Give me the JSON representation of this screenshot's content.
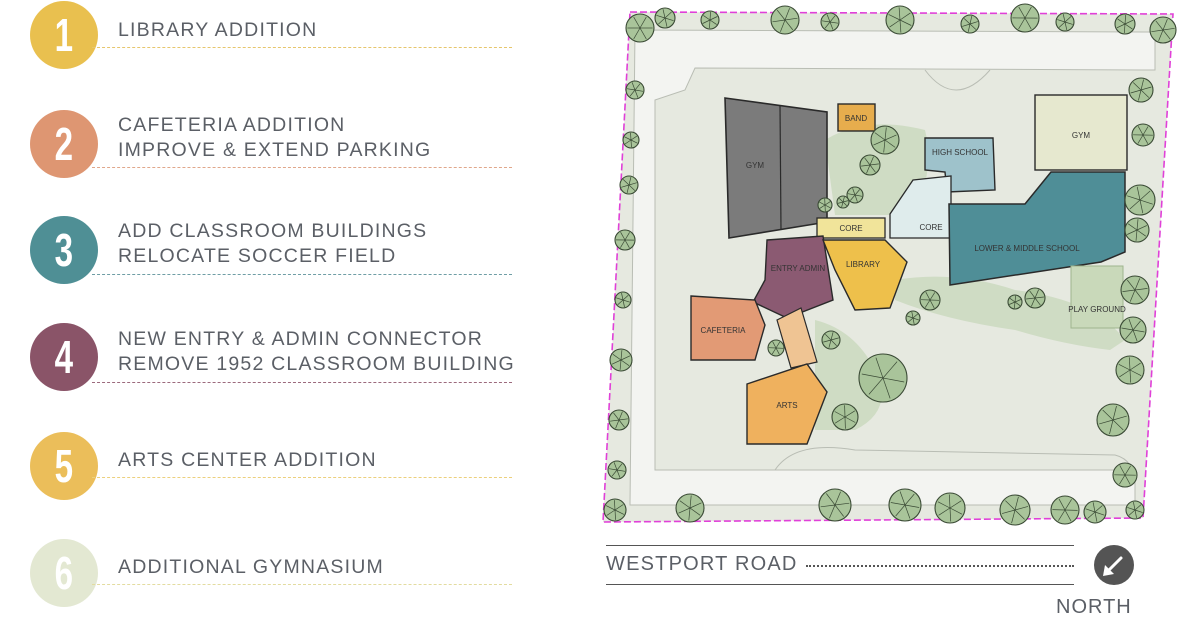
{
  "legend": {
    "items": [
      {
        "number": "1",
        "line1": "LIBRARY ADDITION",
        "line2": "",
        "color": "#e9c04f",
        "rule_color": "#e6c66c"
      },
      {
        "number": "2",
        "line1": "CAFETERIA ADDITION",
        "line2": "IMPROVE & EXTEND PARKING",
        "color": "#de9672",
        "rule_color": "#e0a78b"
      },
      {
        "number": "3",
        "line1": "ADD CLASSROOM BUILDINGS",
        "line2": "RELOCATE SOCCER FIELD",
        "color": "#4f8f95",
        "rule_color": "#6f9ea5"
      },
      {
        "number": "4",
        "line1": "NEW ENTRY & ADMIN CONNECTOR",
        "line2": "REMOVE 1952 CLASSROOM BUILDING",
        "color": "#8a5468",
        "rule_color": "#9c6a7d"
      },
      {
        "number": "5",
        "line1": "ARTS CENTER ADDITION",
        "line2": "",
        "color": "#ebbe5a",
        "rule_color": "#ecd07c"
      },
      {
        "number": "6",
        "line1": "ADDITIONAL GYMNASIUM",
        "line2": "",
        "color": "#e3e8d2",
        "rule_color": "#e3dca0"
      }
    ]
  },
  "siteplan": {
    "buildings": {
      "band": "BAND",
      "gym_existing": "GYM",
      "high_school": "HIGH SCHOOL",
      "gym_new": "GYM",
      "core_left": "CORE",
      "core_right": "CORE",
      "entry_admin": "ENTRY ADMIN",
      "library": "LIBRARY",
      "lower_middle": "LOWER & MIDDLE SCHOOL",
      "play_ground": "PLAY GROUND",
      "cafeteria": "CAFETERIA",
      "arts": "ARTS"
    },
    "colors": {
      "boundary": "#e040d8",
      "lawn": "#e3e7dc",
      "paving": "#f1f2ef",
      "green": "#cfdcc4",
      "tree_fill": "#a9c49a",
      "gym_existing": "#7b7b7b",
      "band": "#e7ad4d",
      "high_school": "#9ec2cb",
      "gym_new": "#e6e8cf",
      "core_left": "#f1e49a",
      "core_right": "#dfecec",
      "entry_admin": "#8b5a72",
      "library": "#eec04b",
      "lower_middle": "#4f8e97",
      "play_ground": "#c9d9ba",
      "cafeteria": "#e29a75",
      "connector": "#efc493",
      "arts": "#efb15e"
    }
  },
  "road": {
    "label": "WESTPORT ROAD"
  },
  "north": {
    "label": "NORTH",
    "icon": "north-arrow-icon"
  }
}
